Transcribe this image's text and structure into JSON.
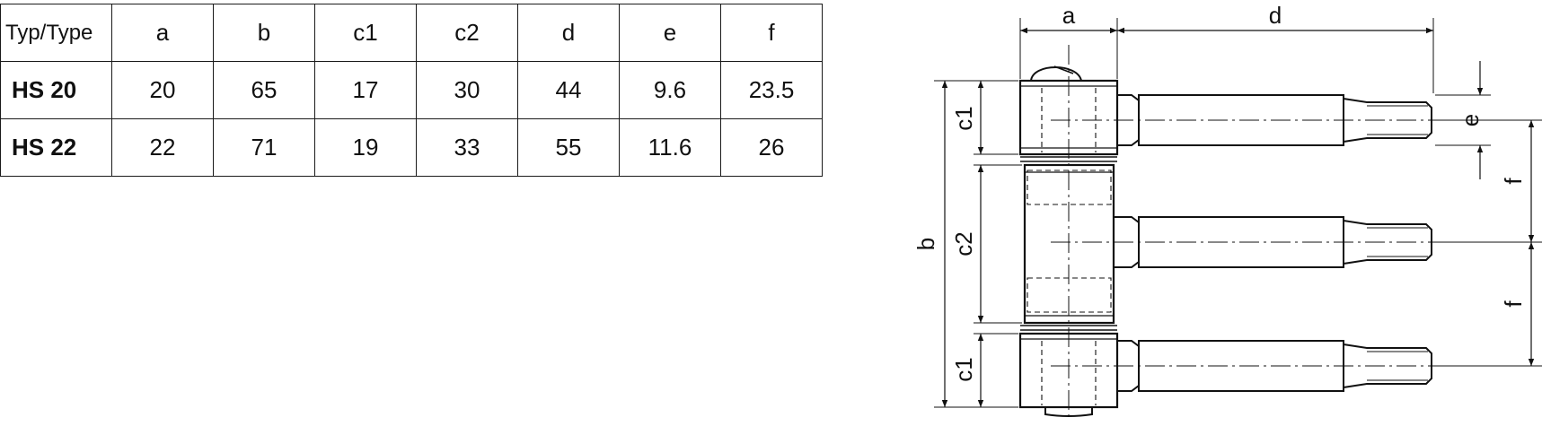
{
  "table": {
    "header": [
      "Typ/Type",
      "a",
      "b",
      "c1",
      "c2",
      "d",
      "e",
      "f"
    ],
    "rows": [
      {
        "name": "HS 20",
        "values": [
          "20",
          "65",
          "17",
          "30",
          "44",
          "9.6",
          "23.5"
        ]
      },
      {
        "name": "HS 22",
        "values": [
          "22",
          "71",
          "19",
          "33",
          "55",
          "11.6",
          "26"
        ]
      }
    ]
  },
  "drawing": {
    "labels": {
      "a": "a",
      "d": "d",
      "b": "b",
      "c1_top": "c1",
      "c2": "c2",
      "c1_bottom": "c1",
      "e": "e",
      "f_top": "f",
      "f_bottom": "f"
    }
  }
}
